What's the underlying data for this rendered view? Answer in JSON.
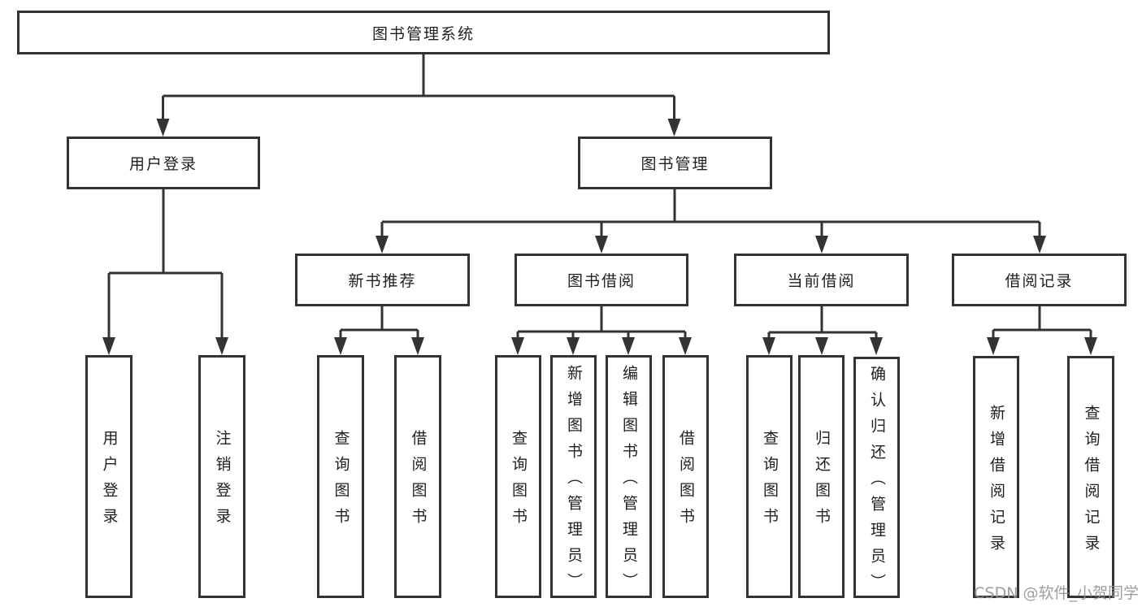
{
  "diagram_title": "图书管理系统",
  "tree": {
    "label": "图书管理系统",
    "children": [
      {
        "label": "用户登录",
        "children": [
          {
            "label": "用户登录"
          },
          {
            "label": "注销登录"
          }
        ]
      },
      {
        "label": "图书管理",
        "children": [
          {
            "label": "新书推荐",
            "children": [
              {
                "label": "查询图书"
              },
              {
                "label": "借阅图书"
              }
            ]
          },
          {
            "label": "图书借阅",
            "children": [
              {
                "label": "查询图书"
              },
              {
                "label": "新增图书（管理员）"
              },
              {
                "label": "编辑图书（管理员）"
              },
              {
                "label": "借阅图书"
              }
            ]
          },
          {
            "label": "当前借阅",
            "children": [
              {
                "label": "查询图书"
              },
              {
                "label": "归还图书"
              },
              {
                "label": "确认归还（管理员）"
              }
            ]
          },
          {
            "label": "借阅记录",
            "children": [
              {
                "label": "新增借阅记录"
              },
              {
                "label": "查询借阅记录"
              }
            ]
          }
        ]
      }
    ]
  },
  "watermark": {
    "text": "CSDN @软件_小贺同学"
  },
  "colors": {
    "line": "#333333",
    "box_border": "#333333",
    "text": "#1f1f1f",
    "background": "#ffffff",
    "watermark": "#949498"
  }
}
